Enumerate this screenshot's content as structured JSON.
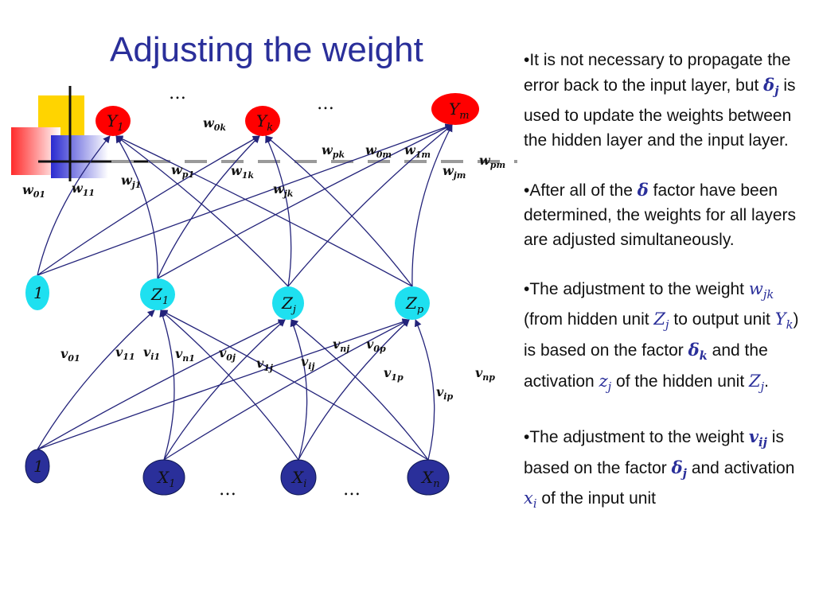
{
  "title": "Adjusting the weight",
  "colors": {
    "accent": "#2a2f9a",
    "output_node_fill": "#ff0000",
    "hidden_node_fill": "#1ee0f0",
    "input_node_fill": "#2a2f9a",
    "edge_color": "#23237a"
  },
  "diagram": {
    "output_nodes": [
      {
        "id": "Y1",
        "name": "Y",
        "sub": "1"
      },
      {
        "id": "Yk",
        "name": "Y",
        "sub": "k"
      },
      {
        "id": "Ym",
        "name": "Y",
        "sub": "m"
      }
    ],
    "hidden_nodes": [
      {
        "id": "bias_h",
        "name": "1",
        "sub": ""
      },
      {
        "id": "Z1",
        "name": "Z",
        "sub": "1"
      },
      {
        "id": "Zj",
        "name": "Z",
        "sub": "j"
      },
      {
        "id": "Zp",
        "name": "Z",
        "sub": "p"
      }
    ],
    "input_nodes": [
      {
        "id": "bias_x",
        "name": "1",
        "sub": ""
      },
      {
        "id": "X1",
        "name": "X",
        "sub": "1"
      },
      {
        "id": "Xi",
        "name": "X",
        "sub": "i"
      },
      {
        "id": "Xn",
        "name": "X",
        "sub": "n"
      }
    ],
    "edges": [
      [
        "bias_h",
        "Y1"
      ],
      [
        "Z1",
        "Y1"
      ],
      [
        "Zj",
        "Y1"
      ],
      [
        "Zp",
        "Y1"
      ],
      [
        "bias_h",
        "Yk"
      ],
      [
        "Z1",
        "Yk"
      ],
      [
        "Zj",
        "Yk"
      ],
      [
        "Zp",
        "Yk"
      ],
      [
        "bias_h",
        "Ym"
      ],
      [
        "Z1",
        "Ym"
      ],
      [
        "Zj",
        "Ym"
      ],
      [
        "Zp",
        "Ym"
      ],
      [
        "bias_x",
        "Z1"
      ],
      [
        "X1",
        "Z1"
      ],
      [
        "Xi",
        "Z1"
      ],
      [
        "Xn",
        "Z1"
      ],
      [
        "bias_x",
        "Zj"
      ],
      [
        "X1",
        "Zj"
      ],
      [
        "Xi",
        "Zj"
      ],
      [
        "Xn",
        "Zj"
      ],
      [
        "bias_x",
        "Zp"
      ],
      [
        "X1",
        "Zp"
      ],
      [
        "Xi",
        "Zp"
      ],
      [
        "Xn",
        "Zp"
      ]
    ],
    "weight_labels_w": [
      {
        "base": "w",
        "sub": "01"
      },
      {
        "base": "w",
        "sub": "11"
      },
      {
        "base": "w",
        "sub": "j1"
      },
      {
        "base": "w",
        "sub": "p1"
      },
      {
        "base": "w",
        "sub": "0k"
      },
      {
        "base": "w",
        "sub": "1k"
      },
      {
        "base": "w",
        "sub": "jk"
      },
      {
        "base": "w",
        "sub": "pk"
      },
      {
        "base": "w",
        "sub": "0m"
      },
      {
        "base": "w",
        "sub": "1m"
      },
      {
        "base": "w",
        "sub": "jm"
      },
      {
        "base": "w",
        "sub": "pm"
      }
    ],
    "weight_labels_v": [
      {
        "base": "v",
        "sub": "01"
      },
      {
        "base": "v",
        "sub": "11"
      },
      {
        "base": "v",
        "sub": "i1"
      },
      {
        "base": "v",
        "sub": "n1"
      },
      {
        "base": "v",
        "sub": "0j"
      },
      {
        "base": "v",
        "sub": "1j"
      },
      {
        "base": "v",
        "sub": "ij"
      },
      {
        "base": "v",
        "sub": "nj"
      },
      {
        "base": "v",
        "sub": "0p"
      },
      {
        "base": "v",
        "sub": "1p"
      },
      {
        "base": "v",
        "sub": "ip"
      },
      {
        "base": "v",
        "sub": "np"
      }
    ],
    "ellipses": [
      "…",
      "…",
      "…",
      "…"
    ]
  },
  "bullets": [
    "•It is not necessary to propagate the error back to the input layer, but δj is used to update the weights between the hidden layer and the input layer.",
    "•After all of the δ factor have been determined, the weights for all layers are adjusted simultaneously.",
    "•The adjustment to the weight wjk (from hidden unit Zj to output unit Yk) is based on the factor δk and the activation zj of the hidden unit Zj.",
    "•The adjustment to the weight vij is based on the factor δj and activation xi of the input unit"
  ],
  "bullets_parts": {
    "p1": [
      "•It is not necessary to propagate the error back to the input layer, but ",
      "δ",
      "j",
      " is used to update the weights between the hidden layer and the input layer."
    ],
    "p2": [
      "•After all of the ",
      "δ",
      " factor have been determined, the weights for all layers are adjusted simultaneously."
    ],
    "p3": [
      "•The adjustment to the weight ",
      "w",
      "jk",
      " (from hidden unit ",
      "Z",
      "j",
      " to output unit ",
      "Y",
      "k",
      ") is based on the factor ",
      "δ",
      "k",
      " and the activation ",
      "z",
      "j",
      " of the hidden unit ",
      "Z",
      "j",
      "."
    ],
    "p4": [
      "•The adjustment to the weight ",
      "v",
      "ij",
      " is based on the factor ",
      "δ",
      "j",
      " and activation ",
      "x",
      "i",
      " of the input unit"
    ]
  }
}
